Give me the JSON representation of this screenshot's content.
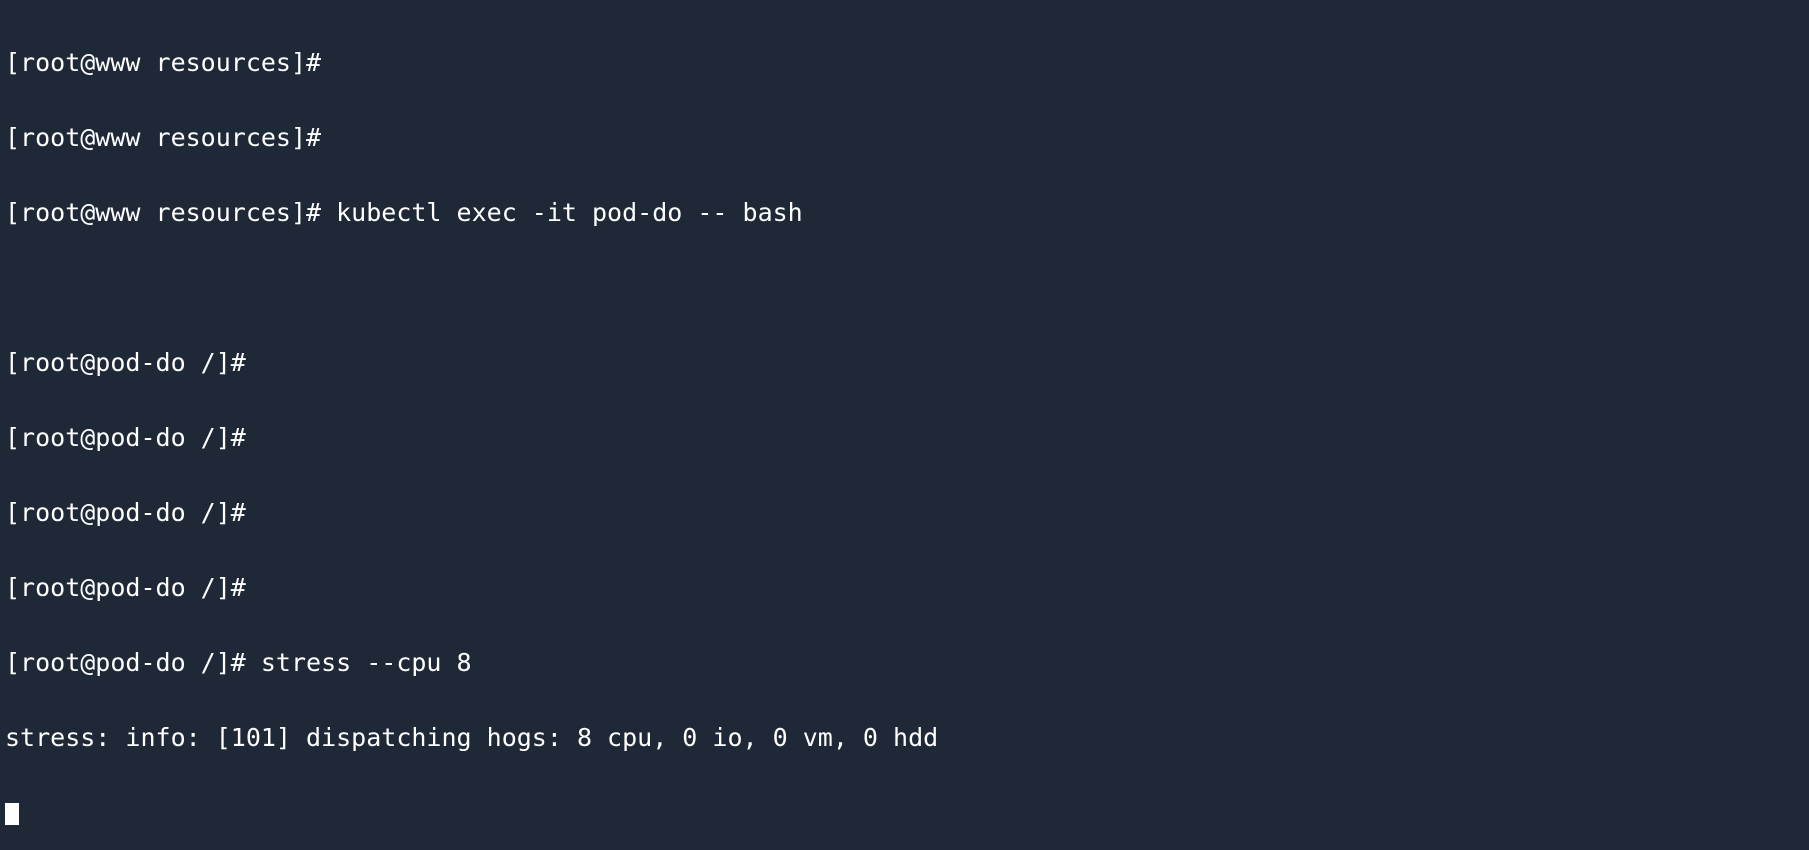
{
  "terminal": {
    "background": "#1e2837",
    "foreground": "#ffffff",
    "lines": [
      "[root@www resources]#",
      "[root@www resources]#",
      "[root@www resources]# kubectl exec -it pod-do -- bash",
      "",
      "[root@pod-do /]#",
      "[root@pod-do /]#",
      "[root@pod-do /]#",
      "[root@pod-do /]#",
      "[root@pod-do /]# stress --cpu 8",
      "stress: info: [101] dispatching hogs: 8 cpu, 0 io, 0 vm, 0 hdd"
    ]
  }
}
